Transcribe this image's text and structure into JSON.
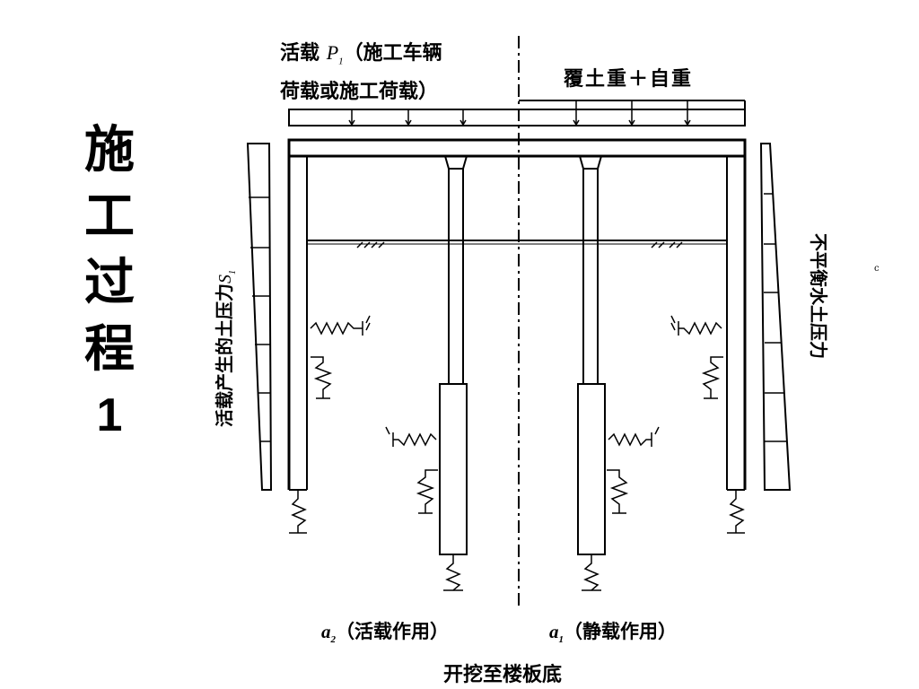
{
  "slide": {
    "side_title_lines": [
      "施",
      "工",
      "过",
      "程"
    ],
    "side_title_number": "1"
  },
  "labels": {
    "top_left_prefix": "活载",
    "top_left_symbol": "P",
    "top_left_symbol_sub": "1",
    "top_left_line1_rest": "（施工车辆",
    "top_left_line2": "荷载或施工荷载）",
    "top_right": "覆土重＋自重",
    "left_vertical": "活载产生的土压力",
    "left_vertical_symbol": "S",
    "left_vertical_symbol_sub": "1",
    "right_vertical": "不平衡水土压力",
    "bottom_left_symbol": "a",
    "bottom_left_symbol_sub": "2",
    "bottom_left_text": "（活载作用）",
    "bottom_right_symbol": "a",
    "bottom_right_symbol_sub": "1",
    "bottom_right_text": "（静载作用）",
    "caption": "开挖至楼板底",
    "edge_mark": "c"
  },
  "colors": {
    "ink": "#000000",
    "background": "#ffffff"
  }
}
